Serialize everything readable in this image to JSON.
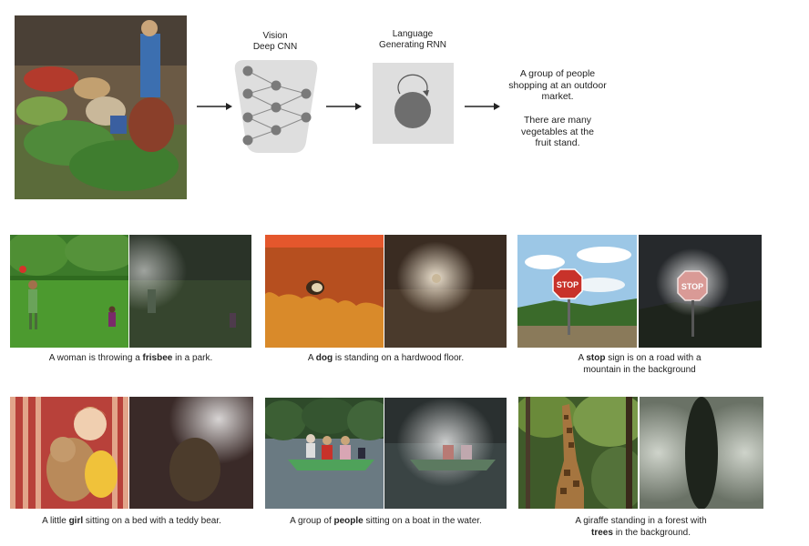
{
  "pipeline": {
    "vision_title_line1": "Vision",
    "vision_title_line2": "Deep CNN",
    "language_title_line1": "Language",
    "language_title_line2": "Generating RNN",
    "output_caption_1_line1": "A group of people",
    "output_caption_1_line2": "shopping at an outdoor",
    "output_caption_1_line3": "market.",
    "output_caption_2_line1": "There are many",
    "output_caption_2_line2": "vegetables at the",
    "output_caption_2_line3": "fruit stand."
  },
  "examples": [
    {
      "pre": "A woman is throwing a ",
      "word": "frisbee",
      "post": " in a park.",
      "pre2": "",
      "word2": "",
      "post2": ""
    },
    {
      "pre": "A ",
      "word": "dog",
      "post": " is standing on a hardwood floor.",
      "pre2": "",
      "word2": "",
      "post2": ""
    },
    {
      "pre": "A ",
      "word": "stop",
      "post": " sign is on a road with a",
      "pre2": "mountain in the background",
      "word2": "",
      "post2": ""
    },
    {
      "pre": "A little ",
      "word": "girl",
      "post": " sitting on a bed with a teddy bear.",
      "pre2": "",
      "word2": "",
      "post2": ""
    },
    {
      "pre": "A group of ",
      "word": "people",
      "post": " sitting on a boat in the water.",
      "pre2": "",
      "word2": "",
      "post2": ""
    },
    {
      "pre": "A giraffe standing in a forest with",
      "word": "",
      "post": "",
      "pre2": "",
      "word2": "trees",
      "post2": " in the background."
    }
  ],
  "stop_sign_text": "STOP",
  "colors": {
    "arrow": "#222222",
    "cnn_box": "#dedede",
    "cnn_node": "#7a7a7a",
    "rnn_box": "#dedede",
    "rnn_node": "#6e6e6e"
  }
}
